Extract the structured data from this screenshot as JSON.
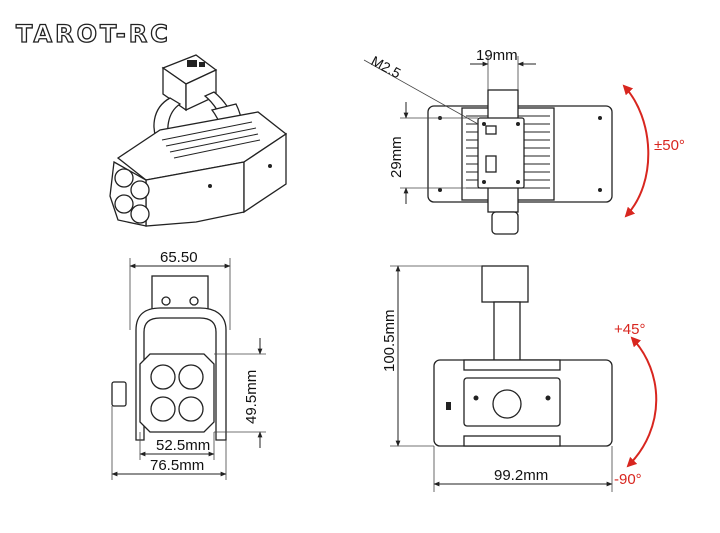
{
  "brand": {
    "logo_text": "TAROT-RC"
  },
  "top_view": {
    "screw_label": "M2.5",
    "width_label": "19mm",
    "height_label": "29mm",
    "tilt_range_label": "±50°"
  },
  "front_view": {
    "overall_width_label": "65.50",
    "lens_block_height_label": "49.5mm",
    "lens_block_width_label": "52.5mm",
    "base_width_label": "76.5mm"
  },
  "side_view": {
    "height_label": "100.5mm",
    "length_label": "99.2mm",
    "tilt_up_label": "+45°",
    "tilt_down_label": "-90°"
  },
  "colors": {
    "accent": "#d8261f",
    "line": "#222222"
  }
}
